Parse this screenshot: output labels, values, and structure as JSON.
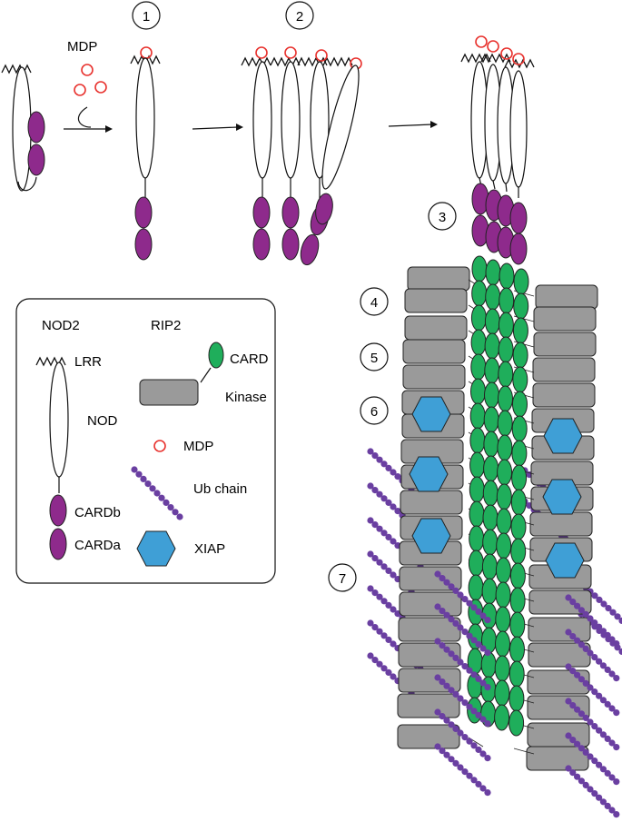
{
  "colors": {
    "card_purple": "#8e2a8c",
    "card_green": "#1fae5b",
    "kinase_gray": "#9a9a9a",
    "xiap_blue": "#3f9fd6",
    "ub_purple": "#6a3fa1",
    "mdp_red": "#e8322e"
  },
  "labels": {
    "mdp": "MDP",
    "steps": [
      "1",
      "2",
      "3",
      "4",
      "5",
      "6",
      "7"
    ]
  },
  "legend": {
    "nod2_title": "NOD2",
    "rip2_title": "RIP2",
    "lrr": "LRR",
    "nod": "NOD",
    "cardb": "CARDb",
    "carda": "CARDa",
    "card": "CARD",
    "kinase": "Kinase",
    "mdp": "MDP",
    "ub_chain": "Ub chain",
    "xiap": "XIAP"
  }
}
